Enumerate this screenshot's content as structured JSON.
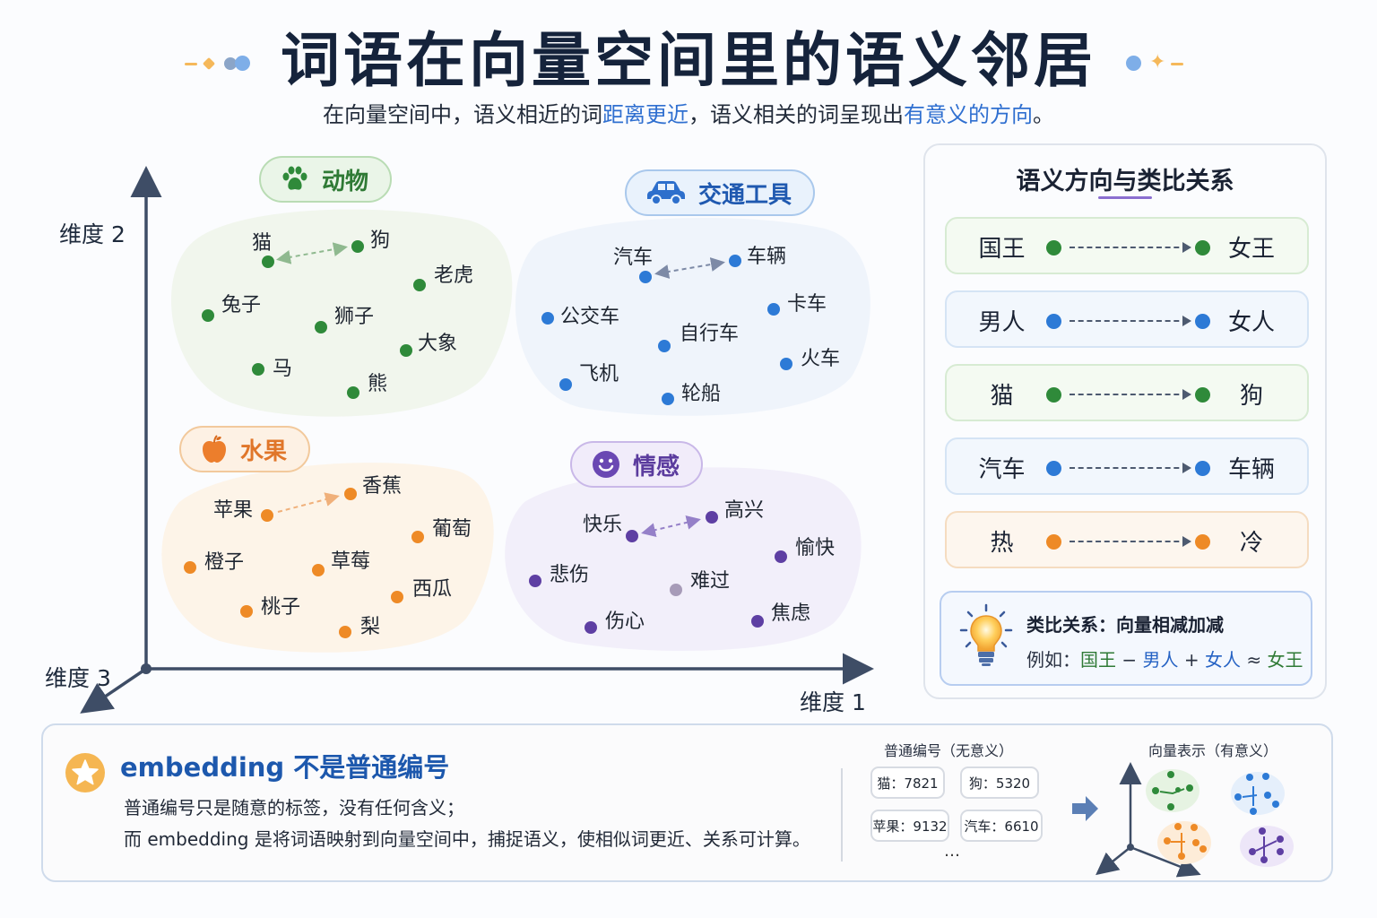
{
  "header": {
    "title": "词语在向量空间里的语义邻居",
    "subtitle_parts": [
      "在向量空间中，语义相近的词",
      "距离更近",
      "，语义相关的词呈现出",
      "有意义的方向",
      "。"
    ]
  },
  "axes": {
    "dim1": "维度 1",
    "dim2": "维度 2",
    "dim3": "维度 3"
  },
  "colors": {
    "green": "#2f8a3a",
    "blue": "#2d7ad6",
    "orange": "#ee8a26",
    "purple": "#5e3fa3",
    "axis": "#3e4d66"
  },
  "clusters": {
    "animals": {
      "label": "动物",
      "icon": "paw-icon",
      "words": [
        "猫",
        "狗",
        "老虎",
        "兔子",
        "狮子",
        "大象",
        "马",
        "熊"
      ]
    },
    "vehicles": {
      "label": "交通工具",
      "icon": "car-icon",
      "words": [
        "汽车",
        "车辆",
        "公交车",
        "卡车",
        "自行车",
        "火车",
        "飞机",
        "轮船"
      ]
    },
    "fruits": {
      "label": "水果",
      "icon": "apple-icon",
      "words": [
        "苹果",
        "香蕉",
        "葡萄",
        "橙子",
        "草莓",
        "西瓜",
        "桃子",
        "梨"
      ]
    },
    "emotions": {
      "label": "情感",
      "icon": "smiley-icon",
      "words": [
        "快乐",
        "高兴",
        "愉快",
        "悲伤",
        "难过",
        "伤心",
        "焦虑"
      ]
    }
  },
  "right_panel": {
    "title": "语义方向与类比关系",
    "relations": [
      {
        "from": "国王",
        "to": "女王",
        "color": "green"
      },
      {
        "from": "男人",
        "to": "女人",
        "color": "blue"
      },
      {
        "from": "猫",
        "to": "狗",
        "color": "green"
      },
      {
        "from": "汽车",
        "to": "车辆",
        "color": "blue"
      },
      {
        "from": "热",
        "to": "冷",
        "color": "orange"
      }
    ],
    "tip": {
      "title": "类比关系：向量相减加减",
      "eq_prefix": "例如：",
      "eq_a": "国王",
      "eq_minus": " − ",
      "eq_b": "男人",
      "eq_plus": " + ",
      "eq_c": "女人",
      "eq_approx": " ≈ ",
      "eq_d": "女王"
    }
  },
  "bottom_panel": {
    "title": "embedding 不是普通编号",
    "line1": "普通编号只是随意的标签，没有任何含义；",
    "line2": "而 embedding 是将词语映射到向量空间中，捕捉语义，使相似词更近、关系可计算。",
    "plain_title": "普通编号（无意义）",
    "vector_title": "向量表示（有意义）",
    "codes": [
      "猫：7821",
      "狗：5320",
      "苹果：9132",
      "汽车：6610"
    ],
    "ellipsis": "…"
  }
}
